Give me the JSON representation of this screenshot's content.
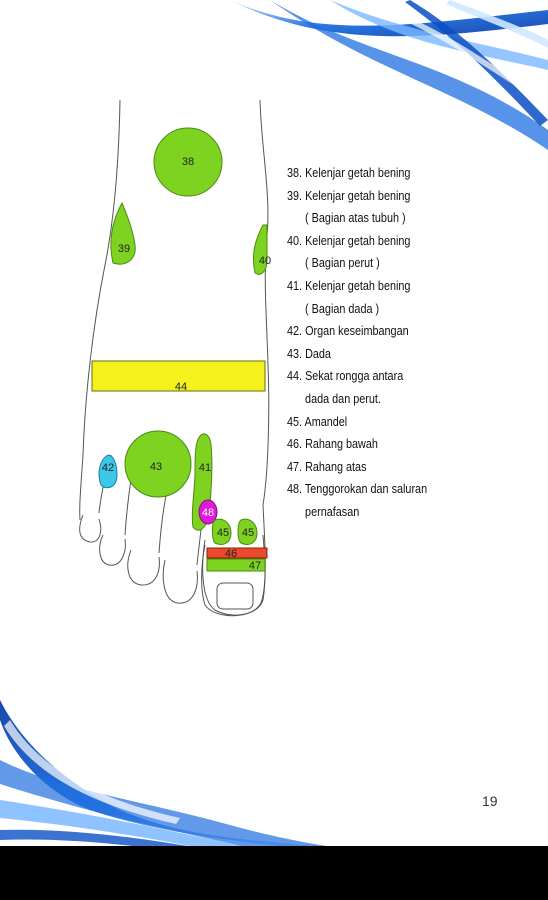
{
  "colors": {
    "green": "#7ed321",
    "yellow": "#f4f11d",
    "cyan": "#3fc7ea",
    "magenta": "#e01ad8",
    "red": "#e84a2b",
    "wave_blue": "#1f6fe0"
  },
  "zones": {
    "z38": "38",
    "z39": "39",
    "z40": "40",
    "z41": "41",
    "z42": "42",
    "z43": "43",
    "z44": "44",
    "z45a": "45",
    "z45b": "45",
    "z46": "46",
    "z47": "47",
    "z48": "48"
  },
  "legend": {
    "items": [
      {
        "text": "38. Kelenjar getah bening",
        "cont": ""
      },
      {
        "text": "39. Kelenjar getah bening",
        "cont": "( Bagian atas tubuh )"
      },
      {
        "text": "40. Kelenjar getah bening",
        "cont": "( Bagian perut )"
      },
      {
        "text": "41. Kelenjar getah bening",
        "cont": "( Bagian dada )"
      },
      {
        "text": "42. Organ keseimbangan",
        "cont": ""
      },
      {
        "text": "43. Dada",
        "cont": ""
      },
      {
        "text": "44. Sekat rongga antara",
        "cont": "dada dan perut."
      },
      {
        "text": "45. Amandel",
        "cont": ""
      },
      {
        "text": "46. Rahang bawah",
        "cont": ""
      },
      {
        "text": "47. Rahang atas",
        "cont": ""
      },
      {
        "text": "48. Tenggorokan dan saluran",
        "cont": "pernafasan"
      }
    ]
  },
  "page_number": "19"
}
